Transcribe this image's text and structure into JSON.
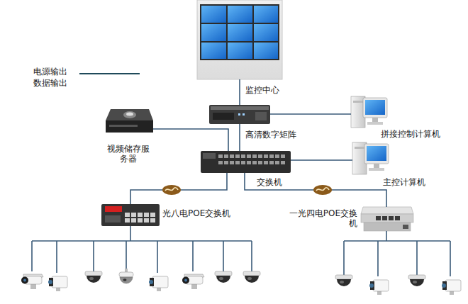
{
  "diagram": {
    "nodes": [
      {
        "text": [
          "监控中心"
        ]
      },
      {
        "text": [
          "高清数字矩阵"
        ]
      },
      {
        "text": [
          "拼接控制计算机"
        ]
      },
      {
        "text": [
          "视频储存服务器"
        ]
      },
      {
        "text": [
          "交换机"
        ]
      },
      {
        "text": [
          "主控计算机"
        ]
      },
      {
        "text": [
          "光八电POE交换机"
        ]
      },
      {
        "text": [
          "一光四电POE交换机"
        ]
      }
    ],
    "edges": [
      {
        "from": 0,
        "to": 1,
        "arrow": "none"
      },
      {
        "from": 1,
        "to": 2,
        "arrow": "none"
      },
      {
        "from": 1,
        "to": 4,
        "arrow": "none"
      },
      {
        "from": 3,
        "to": 4,
        "arrow": "none"
      },
      {
        "from": 4,
        "to": 5,
        "arrow": "none"
      },
      {
        "from": 4,
        "to": 6,
        "arrow": "none"
      },
      {
        "from": 4,
        "to": 7,
        "arrow": "none"
      }
    ],
    "legend": [
      {
        "text": "电源输出"
      },
      {
        "text": "数据输出"
      }
    ]
  }
}
